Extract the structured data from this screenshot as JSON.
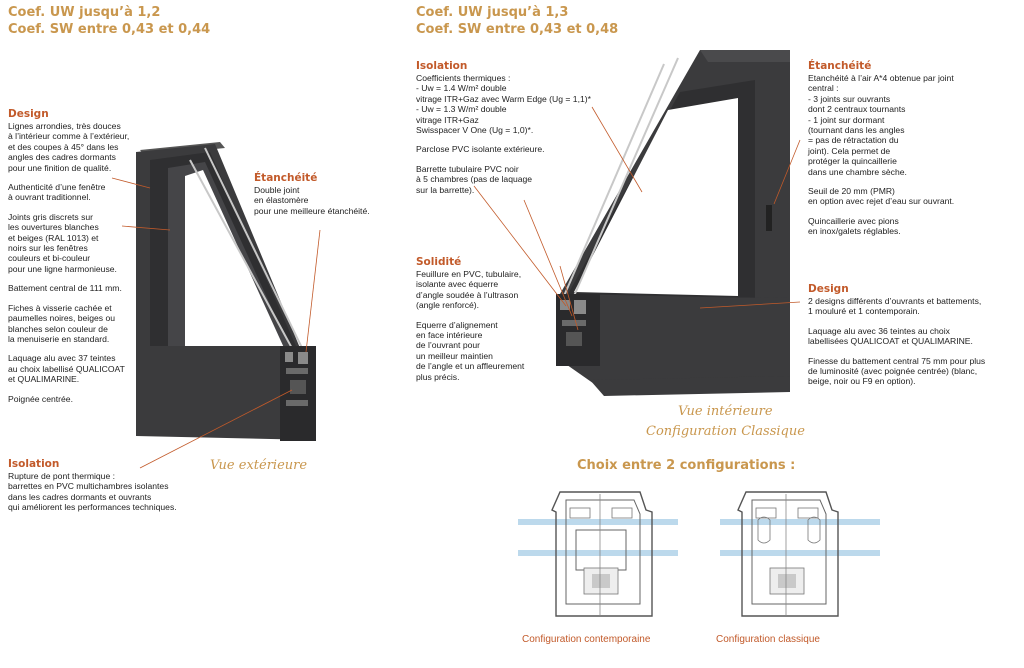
{
  "left": {
    "coef_uw": "Coef. UW jusqu’à 1,2",
    "coef_sw": "Coef. SW entre 0,43 et 0,44",
    "design_title": "Design",
    "design_paragraphs": [
      "Lignes arrondies, très douces\nà l’intérieur comme à l’extérieur,\net des coupes à 45° dans les\nangles des cadres dormants\npour une finition de qualité.",
      "Authenticité d’une fenêtre\nà ouvrant traditionnel.",
      "Joints gris discrets sur\nles ouvertures blanches\net beiges (RAL 1013) et\nnoirs sur les fenêtres\ncouleurs et bi-couleur\npour une ligne harmonieuse.",
      "Battement central de 111 mm.",
      "Fiches à visserie cachée et\npaumelles noires, beiges ou\nblanches selon couleur de\nla menuiserie en standard.",
      "Laquage alu avec 37 teintes\nau choix labellisé QUALICOAT\net QUALIMARINE.",
      "Poignée centrée."
    ],
    "etancheite_title": "Étanchéité",
    "etancheite_text": "Double joint\nen élastomère\npour une meilleure étanchéité.",
    "isolation_title": "Isolation",
    "isolation_text": "Rupture de pont thermique :\nbarrettes en PVC multichambres isolantes\ndans les cadres dormants et ouvrants\nqui améliorent les performances techniques.",
    "view_label": "Vue extérieure"
  },
  "right": {
    "coef_uw": "Coef. UW jusqu’à 1,3",
    "coef_sw": "Coef. SW entre 0,43 et 0,48",
    "isolation_title": "Isolation",
    "isolation_paragraphs": [
      "Coefficients thermiques :\n- Uw = 1.4 W/m² double\n   vitrage ITR+Gaz avec Warm Edge (Ug = 1,1)*\n- Uw = 1.3 W/m² double\n   vitrage ITR+Gaz\n   Swisspacer V One (Ug = 1,0)*.",
      "Parclose PVC isolante extérieure.",
      "Barrette tubulaire PVC noir\nà 5 chambres (pas de laquage\nsur la barrette)."
    ],
    "solidite_title": "Solidité",
    "solidite_paragraphs": [
      "Feuillure en PVC, tubulaire,\nisolante avec équerre\nd’angle soudée à l’ultrason\n(angle renforcé).",
      "Equerre d’alignement\nen face intérieure\nde l’ouvrant pour\nun meilleur maintien\nde l’angle et un affleurement\nplus précis."
    ],
    "etancheite_title": "Étanchéité",
    "etancheite_paragraphs": [
      "Etanchéité à l’air A*4 obtenue par joint\ncentral :\n- 3 joints sur ouvrants\n   dont 2 centraux tournants\n- 1 joint sur dormant\n   (tournant dans les angles\n= pas de rétractation du\n   joint). Cela permet de\n   protéger la quincaillerie\n   dans une chambre sèche.",
      "Seuil de 20 mm (PMR)\nen option avec rejet d’eau sur ouvrant.",
      "Quincaillerie avec pions\nen inox/galets réglables."
    ],
    "design_title": "Design",
    "design_paragraphs": [
      "2 designs différents d’ouvrants et battements,\n1 mouluré et 1 contemporain.",
      "Laquage alu avec 36 teintes au choix\nlabellisées QUALICOAT et QUALIMARINE.",
      "Finesse du battement central 75 mm pour plus\nde luminosité (avec poignée centrée) (blanc,\nbeige, noir ou F9 en option)."
    ],
    "view_label_1": "Vue intérieure",
    "view_label_2": "Configuration Classique"
  },
  "configs": {
    "title": "Choix entre 2 configurations :",
    "label_1": "Configuration contemporaine",
    "label_2": "Configuration classique"
  },
  "colors": {
    "gold": "#c9974e",
    "orange": "#c25a2a",
    "frame": "#3b3b3d",
    "glass": "#bcd9ec"
  }
}
